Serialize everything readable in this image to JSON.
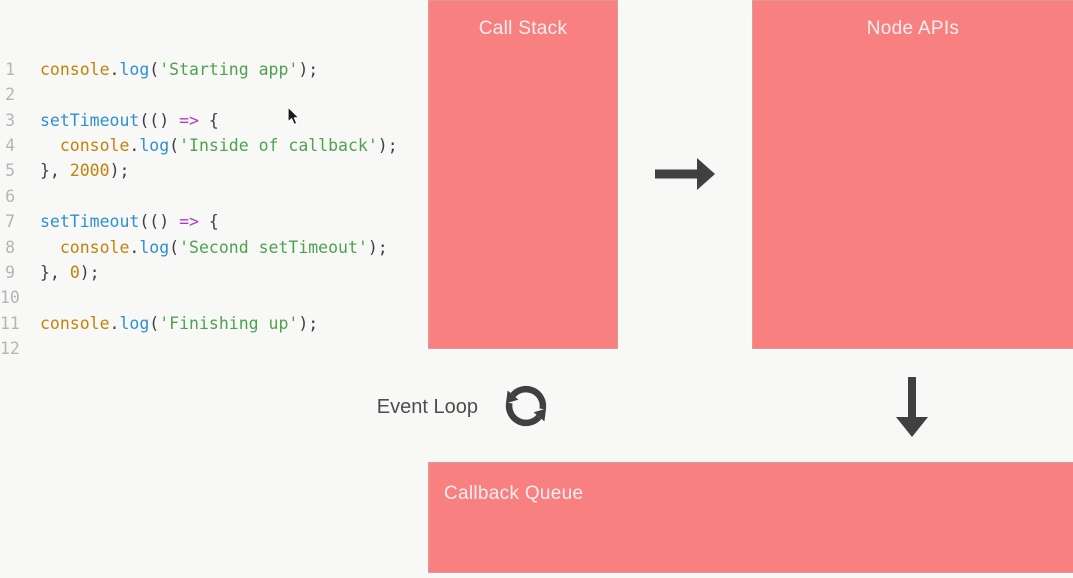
{
  "colors": {
    "background": "#f8f8f7",
    "box_fill": "#f88080",
    "box_border": "#dc9b9b",
    "box_label": "#fdeeee",
    "arrow": "#3f4042",
    "event_loop_text": "#4d4d4d",
    "cursor_fill": "#1b1b1b"
  },
  "editor": {
    "token_colors": {
      "default": "#3b3f45",
      "builtin": "#c1830c",
      "func": "#2e8fd3",
      "string": "#4ea24e",
      "operator": "#ab3fc0",
      "number": "#c1830c",
      "linenum": "#b5b5b5"
    },
    "lines": [
      {
        "num": "1",
        "tokens": [
          [
            "console",
            "builtin"
          ],
          [
            ".",
            "default"
          ],
          [
            "log",
            "func"
          ],
          [
            "(",
            "default"
          ],
          [
            "'Starting app'",
            "string"
          ],
          [
            ");",
            "default"
          ]
        ]
      },
      {
        "num": "2",
        "tokens": []
      },
      {
        "num": "3",
        "tokens": [
          [
            "setTimeout",
            "func"
          ],
          [
            "(() ",
            "default"
          ],
          [
            "=>",
            "operator"
          ],
          [
            " {",
            "default"
          ]
        ]
      },
      {
        "num": "4",
        "tokens": [
          [
            "  ",
            "default"
          ],
          [
            "console",
            "builtin"
          ],
          [
            ".",
            "default"
          ],
          [
            "log",
            "func"
          ],
          [
            "(",
            "default"
          ],
          [
            "'Inside of callback'",
            "string"
          ],
          [
            ");",
            "default"
          ]
        ]
      },
      {
        "num": "5",
        "tokens": [
          [
            "}, ",
            "default"
          ],
          [
            "2000",
            "number"
          ],
          [
            ");",
            "default"
          ]
        ]
      },
      {
        "num": "6",
        "tokens": []
      },
      {
        "num": "7",
        "tokens": [
          [
            "setTimeout",
            "func"
          ],
          [
            "(() ",
            "default"
          ],
          [
            "=>",
            "operator"
          ],
          [
            " {",
            "default"
          ]
        ]
      },
      {
        "num": "8",
        "tokens": [
          [
            "  ",
            "default"
          ],
          [
            "console",
            "builtin"
          ],
          [
            ".",
            "default"
          ],
          [
            "log",
            "func"
          ],
          [
            "(",
            "default"
          ],
          [
            "'Second setTimeout'",
            "string"
          ],
          [
            ");",
            "default"
          ]
        ]
      },
      {
        "num": "9",
        "tokens": [
          [
            "}, ",
            "default"
          ],
          [
            "0",
            "number"
          ],
          [
            ");",
            "default"
          ]
        ]
      },
      {
        "num": "10",
        "tokens": []
      },
      {
        "num": "11",
        "tokens": [
          [
            "console",
            "builtin"
          ],
          [
            ".",
            "default"
          ],
          [
            "log",
            "func"
          ],
          [
            "(",
            "default"
          ],
          [
            "'Finishing up'",
            "string"
          ],
          [
            ");",
            "default"
          ]
        ]
      },
      {
        "num": "12",
        "tokens": []
      }
    ]
  },
  "diagram": {
    "call_stack": {
      "label": "Call Stack"
    },
    "node_apis": {
      "label": "Node APIs"
    },
    "callback_queue": {
      "label": "Callback Queue"
    },
    "event_loop": {
      "label": "Event Loop"
    },
    "icons": {
      "refresh_cycle": "refresh-cycle-icon",
      "right_arrow": "right-arrow-icon",
      "down_arrow": "down-arrow-icon",
      "mouse_cursor": "mouse-cursor"
    }
  }
}
